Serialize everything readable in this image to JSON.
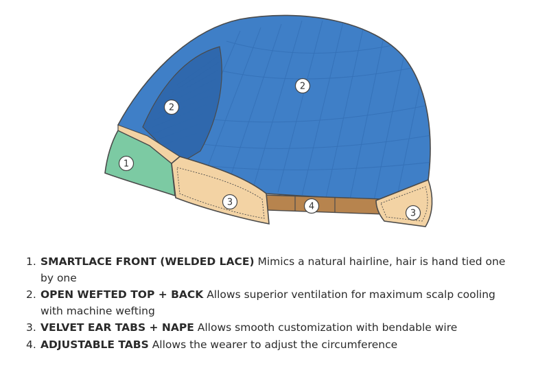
{
  "colors": {
    "cap_blue": "#3f7fc7",
    "cap_blue_dark": "#2f68ad",
    "lace_green": "#7ccaa3",
    "ear_tab": "#f3d3a4",
    "strap": "#b7844e",
    "outline": "#4a4a4a"
  },
  "callouts": [
    {
      "label": "1",
      "part": "smartlace-front"
    },
    {
      "label": "2",
      "part": "open-wefted-side"
    },
    {
      "label": "2",
      "part": "open-wefted-top"
    },
    {
      "label": "3",
      "part": "velvet-ear-tab"
    },
    {
      "label": "4",
      "part": "adjustable-tab"
    },
    {
      "label": "3",
      "part": "velvet-nape"
    }
  ],
  "legend": [
    {
      "number": "1.",
      "title": "SMARTLACE FRONT (WELDED LACE)",
      "description": " Mimics a natural hairline, hair is hand tied one by one"
    },
    {
      "number": "2.",
      "title": "OPEN WEFTED TOP + BACK",
      "description": " Allows superior ventilation for maximum scalp cooling with machine wefting"
    },
    {
      "number": "3.",
      "title": "VELVET EAR TABS + NAPE",
      "description": " Allows smooth customization with bendable wire"
    },
    {
      "number": "4.",
      "title": "ADJUSTABLE TABS",
      "description": " Allows the wearer to adjust the circumference"
    }
  ]
}
